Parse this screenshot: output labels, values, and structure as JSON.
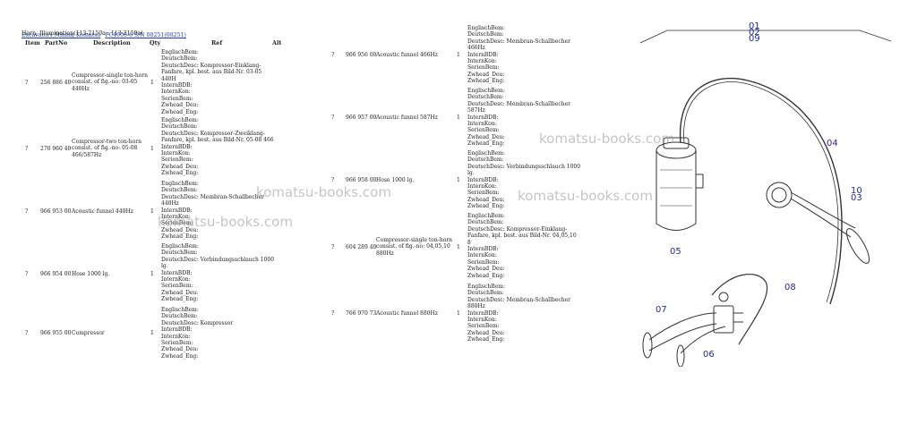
{
  "breadcrumb": {
    "link1": "Excavators Mining Komatsu",
    "link2": "PC4000-6 S/N 08251(08251)",
    "subtitle": "Horn, Illumination(113-2150a : 113-2150a)"
  },
  "table": {
    "headers": [
      "Item",
      "PartNo",
      "Description",
      "Qty",
      "Ref",
      "Alt"
    ],
    "left_rows": [
      {
        "item": "?",
        "partno": "256 886 40",
        "desc": "Compressor-single ton-horn\nconsist. of fig.-no: 03-05\n440Hz",
        "qty": "1",
        "ref": "EnglischBem:\nDeutschBem:\nDeutschDesc: Kompressor-Einklang-\nFanfare, kpl. best. aus Bild-Nr. 03-05\n440H\nInternBDB:\nInternKon:\nSerienBem:\nZwhead_Deu:\nZwhead_Eng:"
      },
      {
        "item": "?",
        "partno": "270 960 40",
        "desc": "Compressor-two ton-horn\nconsist. of fig.-no: 05-08\n466/587Hz",
        "qty": "1",
        "ref": "EnglischBem:\nDeutschBem:\nDeutschDesc: Kompressor-Zweiklang-\nFanfare, kpl. best. aus Bild-Nr. 05-08 466\nInternBDB:\nInternKon:\nSerienBem:\nZwhead_Deu:\nZwhead_Eng:"
      },
      {
        "item": "?",
        "partno": "966 953 00",
        "desc": "Acoustic funnel 440Hz",
        "qty": "1",
        "ref": "EnglischBem:\nDeutschBem:\nDeutschDesc: Membran-Schallbecher\n440Hz\nInternBDB:\nInternKon:\nSerienBem:\nZwhead_Deu:\nZwhead_Eng:"
      },
      {
        "item": "?",
        "partno": "966 954 00",
        "desc": "Hose 1000 lg.",
        "qty": "1",
        "ref": "EnglischBem:\nDeutschBem:\nDeutschDesc: Verbindungsschlauch 1000\nlg.\nInternBDB:\nInternKon:\nSerienBem:\nZwhead_Deu:\nZwhead_Eng:"
      },
      {
        "item": "?",
        "partno": "966 955 00",
        "desc": "Compressor",
        "qty": "1",
        "ref": "EnglischBem:\nDeutschBem:\nDeutschDesc: Kompressor\nInternBDB:\nInternKon:\nSerienBem:\nZwhead_Deu:\nZwhead_Eng:"
      }
    ],
    "right_rows": [
      {
        "item": "?",
        "partno": "966 956 00",
        "desc": "Acoustic funnel 466Hz",
        "qty": "1",
        "ref": "EnglischBem:\nDeutschBem:\nDeutschDesc: Membran-Schallbecher\n466Hz\nInternBDB:\nInternKon:\nSerienBem:\nZwhead_Deu:\nZwhead_Eng:"
      },
      {
        "item": "?",
        "partno": "966 957 00",
        "desc": "Acoustic funnel 587Hz",
        "qty": "1",
        "ref": "EnglischBem:\nDeutschBem:\nDeutschDesc: Membran-Schallbecher\n587Hz\nInternBDB:\nInternKon:\nSerienBem:\nZwhead_Deu:\nZwhead_Eng:"
      },
      {
        "item": "?",
        "partno": "966 958 00",
        "desc": "Hose 1000 lg.",
        "qty": "1",
        "ref": "EnglischBem:\nDeutschBem:\nDeutschDesc: Verbindungsschlauch 1000\nlg.\nInternBDB:\nInternKon:\nSerienBem:\nZwhead_Deu:\nZwhead_Eng:"
      },
      {
        "item": "?",
        "partno": "604 289 40",
        "desc": "Compressor-single ton-horn\nconsist. of fig.-no: 04,05,10\n880Hz",
        "qty": "1",
        "ref": "EnglischBem:\nDeutschBem:\nDeutschDesc: Kompressor-Einklang-\nFanfare, kpl. best. aus Bild-Nr. 04,05,10\n8\nInternBDB:\nInternKon:\nSerienBem:\nZwhead_Deu:\nZwhead_Eng:"
      },
      {
        "item": "?",
        "partno": "766 970 73",
        "desc": "Acoustic funnel 880Hz",
        "qty": "1",
        "ref": "EnglischBem:\nDeutschBem:\nDeutschDesc: Membran-Schallbecher\n880Hz\nInternBDB:\nInternKon:\nSerienBem:\nZwhead_Deu:\nZwhead_Eng:"
      }
    ]
  },
  "watermark": "komatsu-books.com",
  "diagram_labels": [
    "01",
    "02",
    "09",
    "04",
    "10",
    "03",
    "05",
    "08",
    "07",
    "06"
  ]
}
